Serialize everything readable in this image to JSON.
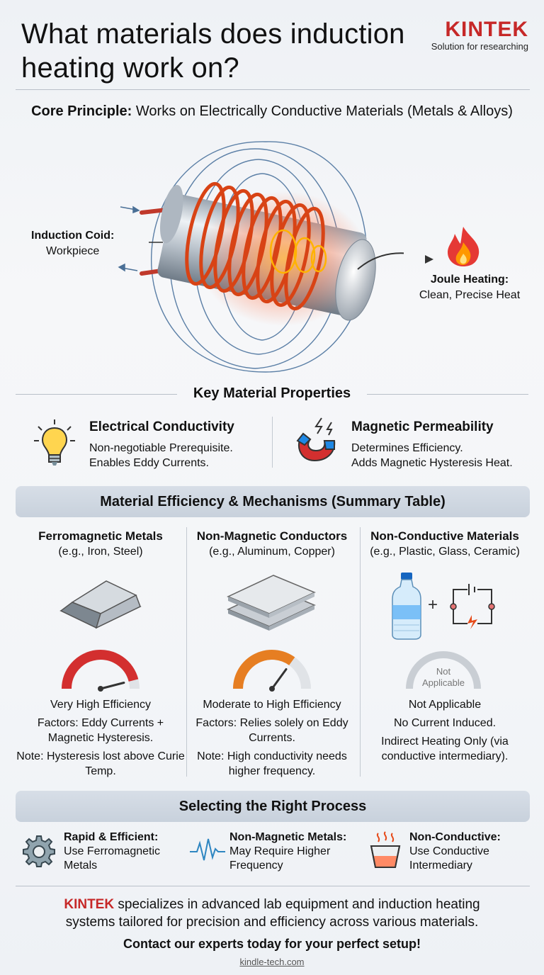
{
  "header": {
    "title": "What materials does induction heating work on?",
    "brand": "KINTEK",
    "tagline": "Solution for researching"
  },
  "core": {
    "label": "Core Principle:",
    "text": "Works on Electrically Conductive Materials (Metals & Alloys)"
  },
  "diagram": {
    "left_title": "Induction Coid:",
    "left_sub": "Workpiece",
    "right_title": "Joule Heating:",
    "right_sub": "Clean, Precise Heat"
  },
  "properties": {
    "title": "Key Material Properties",
    "items": [
      {
        "title": "Electrical Conductivity",
        "line1": "Non-negotiable Prerequisite.",
        "line2": "Enables Eddy Currents.",
        "icon": "lightbulb-icon"
      },
      {
        "title": "Magnetic Permeability",
        "line1": "Determines Efficiency.",
        "line2": "Adds Magnetic Hysteresis Heat.",
        "icon": "magnet-icon"
      }
    ]
  },
  "summary": {
    "title": "Material Efficiency & Mechanisms (Summary Table)",
    "columns": [
      {
        "title": "Ferromagnetic Metals",
        "sub": "(e.g., Iron, Steel)",
        "efficiency": "Very High Efficiency",
        "factors": "Factors: Eddy Currents + Magnetic Hysteresis.",
        "note": "Note: Hysteresis lost above Curie Temp.",
        "gauge_level": 0.92,
        "gauge_color": "#d32f2f"
      },
      {
        "title": "Non-Magnetic Conductors",
        "sub": "(e.g., Aluminum, Copper)",
        "efficiency": "Moderate to High Efficiency",
        "factors": "Factors: Relies solely on Eddy Currents.",
        "note": "Note: High conductivity needs higher frequency.",
        "gauge_level": 0.7,
        "gauge_color": "#e67e22"
      },
      {
        "title": "Non-Conductive Materials",
        "sub": "(e.g., Plastic, Glass, Ceramic)",
        "efficiency": "Not Applicable",
        "factors": "No Current Induced.",
        "note": "Indirect Heating Only (via conductive intermediary).",
        "gauge_text1": "Not",
        "gauge_text2": "Applicable"
      }
    ]
  },
  "process": {
    "title": "Selecting the Right Process",
    "items": [
      {
        "title": "Rapid & Efficient:",
        "line1": "Use Ferromagnetic",
        "line2": "Metals",
        "icon": "gear-icon"
      },
      {
        "title": "Non-Magnetic Metals:",
        "line1": "May Require Higher",
        "line2": "Frequency",
        "icon": "waveform-icon"
      },
      {
        "title": "Non-Conductive:",
        "line1": "Use Conductive",
        "line2": "Intermediary",
        "icon": "crucible-icon"
      }
    ]
  },
  "footer": {
    "brand": "KINTEK",
    "text1": " specializes in advanced lab equipment and induction heating",
    "text2": "systems tailored for precision and efficiency across various materials.",
    "cta": "Contact our experts today for your perfect setup!",
    "url": "kindle-tech.com"
  },
  "colors": {
    "brand": "#c62828",
    "copper": "#d84315",
    "field_lines": "#5b7fa6"
  }
}
